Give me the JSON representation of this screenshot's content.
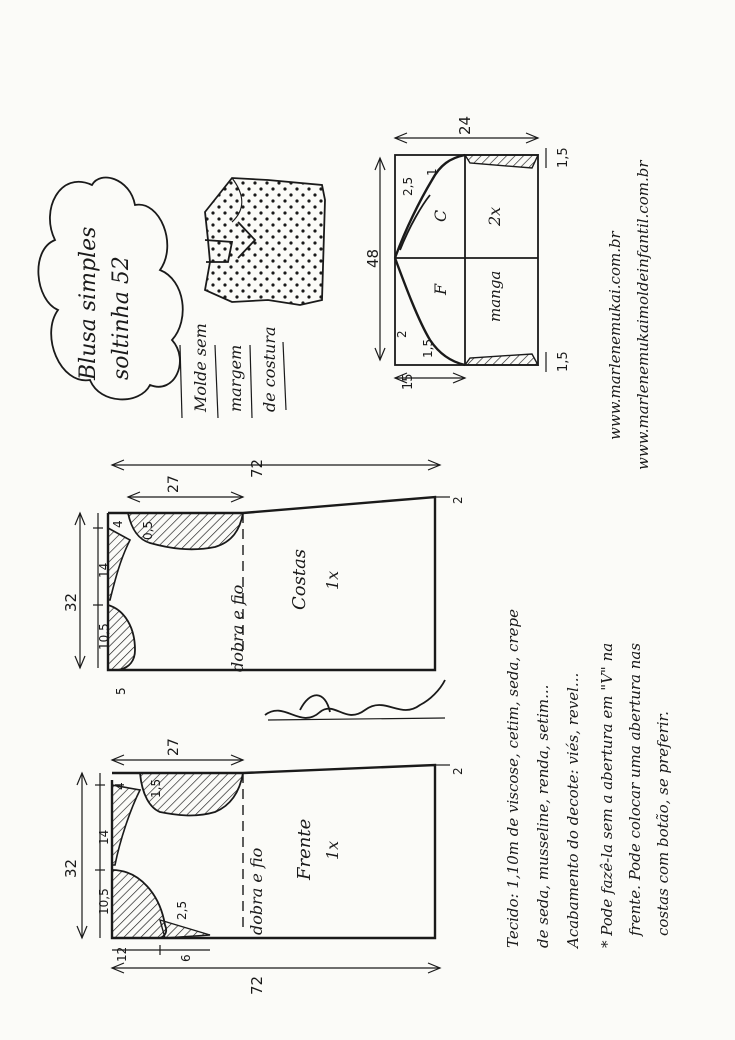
{
  "title": {
    "line1": "Blusa simples",
    "line2": "soltinha 52"
  },
  "note_mold": {
    "line1": "Molde sem",
    "line2": "margem",
    "line3": "de costura"
  },
  "websites": {
    "line1": "www.marlenemukai.com.br",
    "line2": "www.marlenemukaimoldeinfantil.com.br"
  },
  "sleeve": {
    "dim_48": "48",
    "dim_24": "24",
    "dim_1_5_top": "1,5",
    "dim_1_5_bottom": "1,5",
    "dim_15": "15",
    "dim_25": "2,5",
    "dim_1": "1",
    "dim_2": "2",
    "dim_1_5_inner": "1,5",
    "label_c": "C",
    "label_f": "F",
    "label_2x": "2x",
    "label_manga": "manga"
  },
  "back": {
    "dim_72": "72",
    "dim_27": "27",
    "dim_32": "32",
    "dim_4": "4",
    "dim_0_5": "0,5",
    "dim_14": "14",
    "dim_10_5": "10,5",
    "dim_5": "5",
    "dim_2": "2",
    "label": "Costas",
    "count": "1x",
    "fold": "dobra e fio"
  },
  "front": {
    "dim_72": "72",
    "dim_27": "27",
    "dim_32": "32",
    "dim_4": "4",
    "dim_1_5": "1,5",
    "dim_14": "14",
    "dim_10_5": "10,5",
    "dim_12": "12",
    "dim_6": "6",
    "dim_2_5": "2,5",
    "dim_2": "2",
    "label": "Frente",
    "count": "1x",
    "fold": "dobra e fio"
  },
  "notes": {
    "line1": "Tecido: 1,10m de viscose, cetim, seda, crepe",
    "line2": "de seda, musseline, renda, setim...",
    "line3": "Acabamento do decote: viés, revel...",
    "line4": "* Pode fazê-la sem a abertura em \"V\" na",
    "line5": "frente. Pode colocar uma abertura nas",
    "line6": "costas com botão, se preferir."
  }
}
